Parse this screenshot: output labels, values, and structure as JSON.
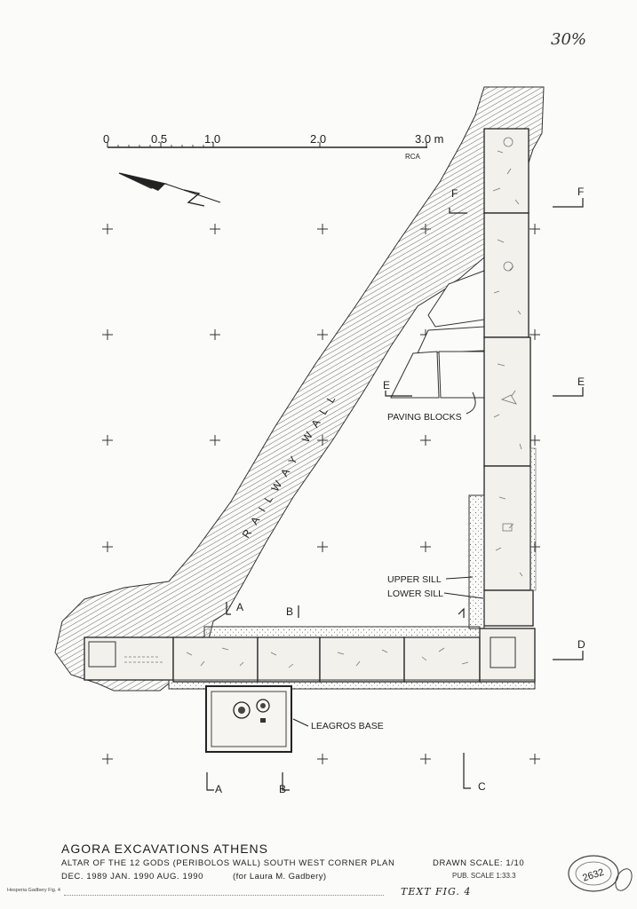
{
  "corner_note": "30%",
  "scale_bar": {
    "ticks": [
      "0",
      "0.5",
      "1.0",
      "2.0",
      "3.0 m"
    ],
    "initials": "RCA"
  },
  "labels": {
    "railway_wall": "RAILWAY WALL",
    "paving_blocks": "PAVING BLOCKS",
    "upper_sill": "UPPER SILL",
    "lower_sill": "LOWER SILL",
    "leagros_base": "LEAGROS BASE"
  },
  "sections": {
    "A": "A",
    "B": "B",
    "C": "C",
    "D": "D",
    "E": "E",
    "F": "F"
  },
  "title_block": {
    "title": "AGORA EXCAVATIONS ATHENS",
    "subtitle": "ALTAR OF THE 12 GODS (PERIBOLOS WALL) SOUTH WEST CORNER PLAN",
    "drawn_scale": "DRAWN SCALE: 1/10",
    "dates": "DEC. 1989 JAN. 1990 AUG. 1990",
    "for_note": "(for Laura M. Gadbery)",
    "pub_scale": "PUB. SCALE   1:33.3",
    "text_fig": "TEXT FIG. 4",
    "hesperia_note": "Hesperia Gadbery Fig. 4",
    "stamp_number": "2632"
  }
}
